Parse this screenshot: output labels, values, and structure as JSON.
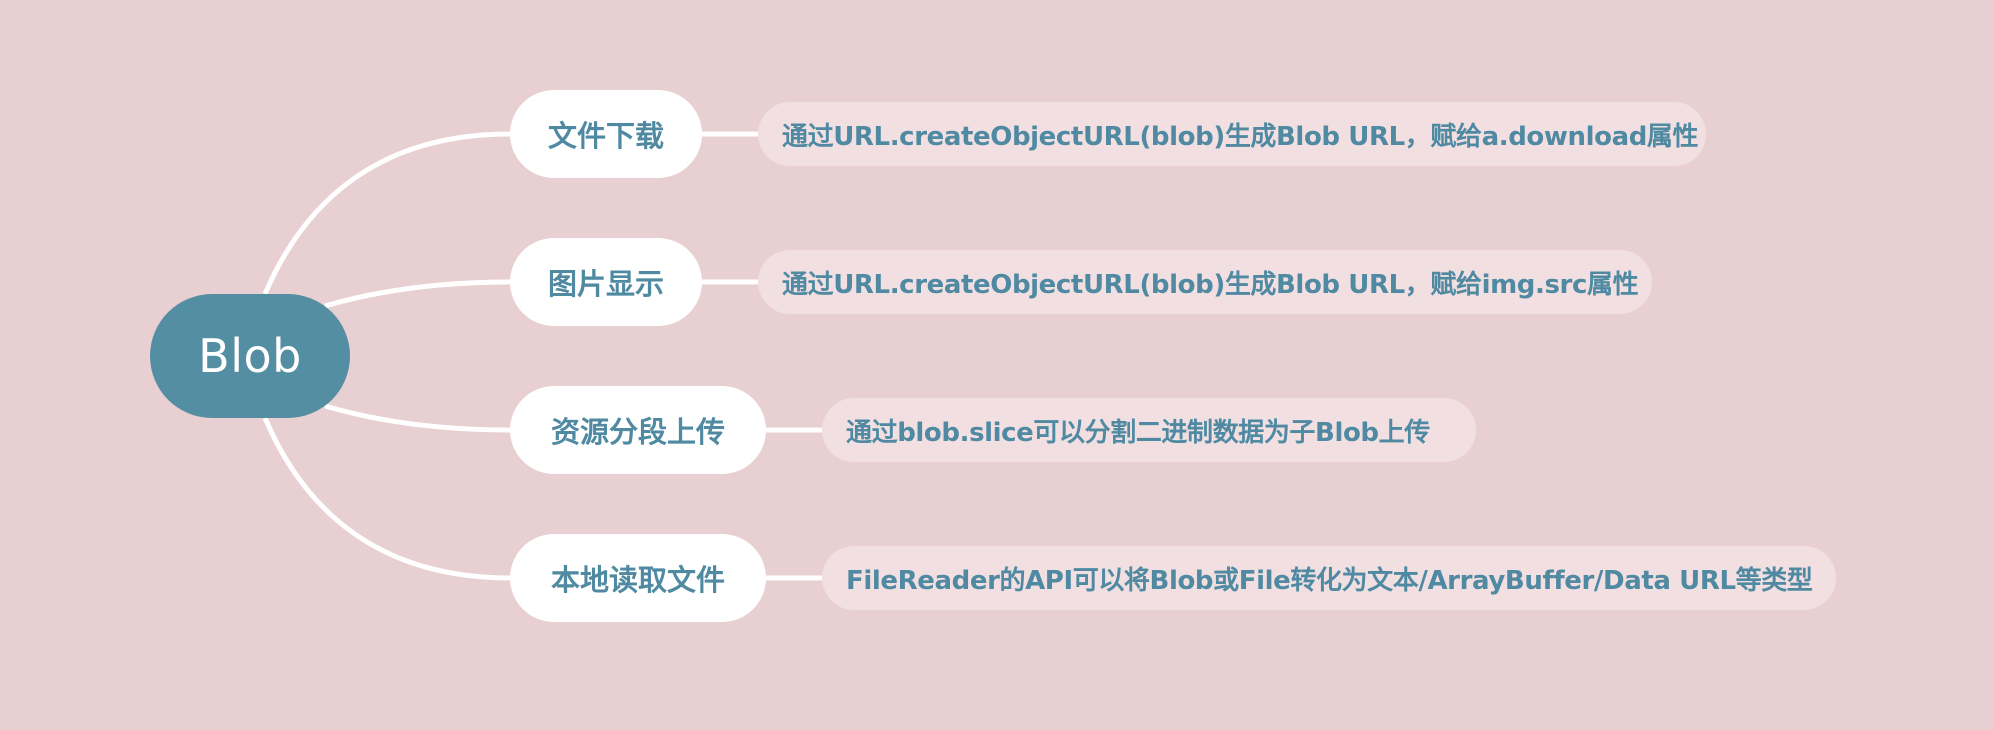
{
  "root": {
    "label": "Blob"
  },
  "branches": [
    {
      "label": "文件下载",
      "detail": "通过URL.createObjectURL(blob)生成Blob URL，赋给a.download属性"
    },
    {
      "label": "图片显示",
      "detail": "通过URL.createObjectURL(blob)生成Blob URL，赋给img.src属性"
    },
    {
      "label": "资源分段上传",
      "detail": "通过blob.slice可以分割二进制数据为子Blob上传"
    },
    {
      "label": "本地读取文件",
      "detail": "FileReader的API可以将Blob或File转化为文本/ArrayBuffer/Data URL等类型"
    }
  ],
  "colors": {
    "background": "#e7cfd2",
    "root_fill": "#548ea2",
    "topic_fill": "#ffffff",
    "leaf_fill": "#f2dfe1",
    "text": "#4f8aa2",
    "connector": "#ffffff"
  }
}
